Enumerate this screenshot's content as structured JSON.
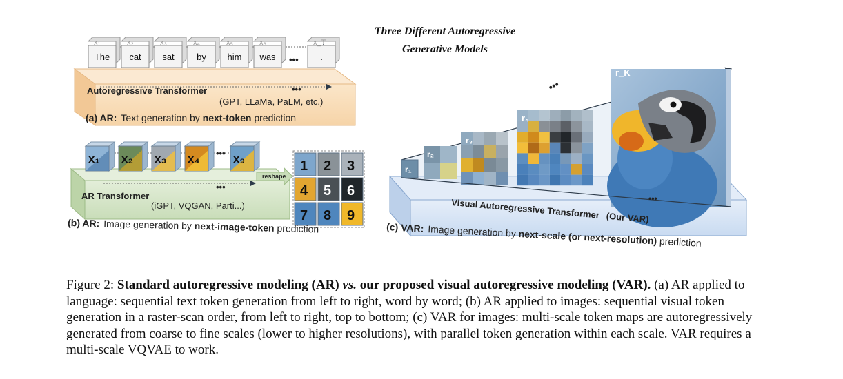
{
  "figure": {
    "title_line1": "Three  Different  Autoregressive",
    "title_line2": "Generative  Models",
    "panel_a": {
      "tokens": [
        "The",
        "cat",
        "sat",
        "by",
        "him",
        "was",
        "."
      ],
      "token_indices": [
        "x₁",
        "x₂",
        "x₃",
        "x₄",
        "x₅",
        "x₆",
        "x_T"
      ],
      "ellipsis": "•••",
      "model_name": "Autoregressive Transformer",
      "model_examples": "(GPT, LLaMa, PaLM, etc.)",
      "label_prefix": "(a) AR:",
      "label_text_1": "Text generation by ",
      "label_bold": "next-token",
      "label_text_2": " prediction"
    },
    "panel_b": {
      "patch_labels": [
        "x₁",
        "x₂",
        "x₃",
        "x₄",
        "x₉"
      ],
      "reshape_label": "reshape",
      "grid_numbers": [
        "1",
        "2",
        "3",
        "4",
        "5",
        "6",
        "7",
        "8",
        "9"
      ],
      "model_name": "AR Transformer",
      "model_examples": "(iGPT, VQGAN, Parti...)",
      "label_prefix": "(b) AR:",
      "label_text_1": "Image generation by ",
      "label_bold": "next-image-token",
      "label_text_2": " prediction"
    },
    "panel_c": {
      "scale_labels": [
        "r₁",
        "r₂",
        "r₃",
        "r₄",
        "r_K"
      ],
      "model_name": "Visual Autoregressive Transformer",
      "model_suffix": "(Our VAR)",
      "label_prefix": "(c) VAR:",
      "label_text_1": "Image generation by ",
      "label_bold": "next-scale (or next-resolution)",
      "label_text_2": " prediction"
    }
  },
  "caption": {
    "figure_label": "Figure 2:",
    "bold_part_1": "Standard autoregressive modeling (AR)",
    "vs": "vs.",
    "bold_part_2": "our proposed visual autoregressive modeling (VAR).",
    "body": "(a) AR applied to language: sequential text token generation from left to right, word by word; (b) AR applied to images: sequential visual token generation in a raster-scan order, from left to right, top to bottom; (c) VAR for images: multi-scale token maps are autoregressively generated from coarse to fine scales (lower to higher resolutions), with parallel token generation within each scale. VAR requires a multi-scale VQVAE to work."
  },
  "colors": {
    "ar_text_box": "#f8dcb8",
    "ar_image_box": "#d6e6cc",
    "var_box": "#d6e4f5",
    "parrot_blue": "#5f8fb8",
    "parrot_yellow": "#f2b428",
    "parrot_gray": "#8a8f95"
  }
}
